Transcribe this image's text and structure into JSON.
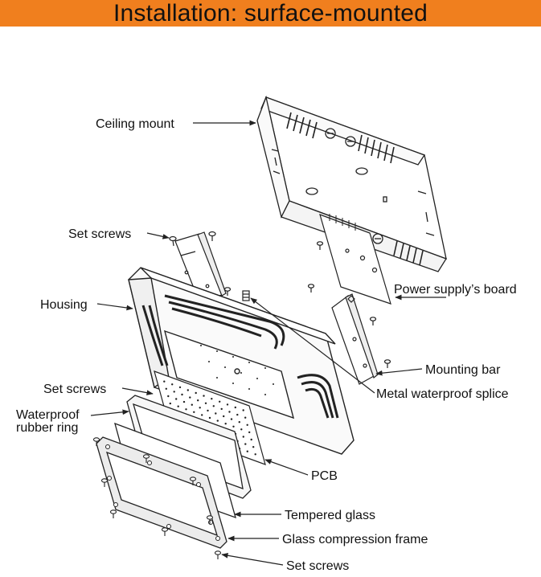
{
  "header": {
    "title": "Installation: surface-mounted",
    "background": "#f07f1e"
  },
  "labels": {
    "ceiling_mount": "Ceiling mount",
    "set_screws_top": "Set screws",
    "housing": "Housing",
    "set_screws_mid": "Set screws",
    "waterproof_line1": "Waterproof",
    "waterproof_line2": "rubber ring",
    "power_supply_board": "Power supply’s board",
    "mounting_bar": "Mounting bar",
    "metal_waterproof_splice": "Metal waterproof splice",
    "pcb": "PCB",
    "tempered_glass": "Tempered glass",
    "glass_compression_frame": "Glass compression frame",
    "set_screws_bottom": "Set screws"
  }
}
